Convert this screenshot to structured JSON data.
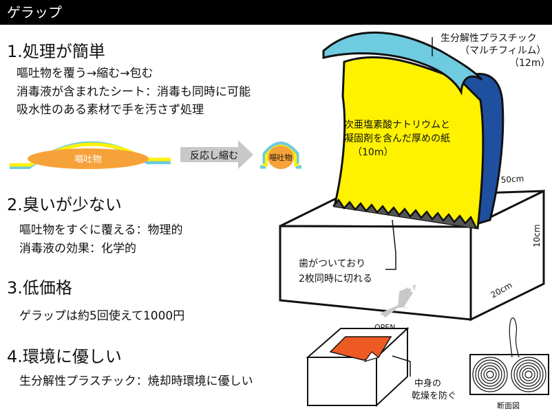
{
  "header": {
    "title": "ゲラップ"
  },
  "sections": [
    {
      "heading": "1.処理が簡単",
      "lines": [
        "嘔吐物を覆う→縮む→包む",
        "消毒液が含まれたシート：消毒も同時に可能",
        "吸水性のある素材で手を汚さず処理"
      ]
    },
    {
      "heading": "2.臭いが少ない",
      "lines": [
        "嘔吐物をすぐに覆える：物理的",
        "消毒液の効果：化学的"
      ]
    },
    {
      "heading": "3.低価格",
      "lines": [
        "ゲラップは約5回使えて1000円"
      ]
    },
    {
      "heading": "4.環境に優しい",
      "lines": [
        "生分解性プラスチック：焼却時環境に優しい"
      ]
    }
  ],
  "figure_labels": {
    "vomit_large": "嘔吐物",
    "arrow_text": "反応し縮む",
    "vomit_small": "嘔吐物",
    "film_label": [
      "生分解性プラスチック",
      "（マルチフィルム）",
      "（12m）"
    ],
    "paper_label": [
      "次亜塩素酸ナトリウムと",
      "凝固剤を含んだ厚めの紙",
      "（10m）"
    ],
    "dim_depth": "50cm",
    "dim_height": "10cm",
    "dim_width": "20cm",
    "teeth_label": [
      "歯がついており",
      "2枚同時に切れる"
    ],
    "open_label": "OPEN",
    "dry_label": [
      "中身の",
      "乾燥を防ぐ"
    ],
    "section_view_label": "断面図"
  },
  "colors": {
    "film": "#6ecbe0",
    "paper": "#fff200",
    "dark_blue": "#1f4f9f",
    "vomit": "#f6a23a",
    "orange_sheet": "#ee5a24",
    "arrow_gray": "#c8c8c8"
  }
}
